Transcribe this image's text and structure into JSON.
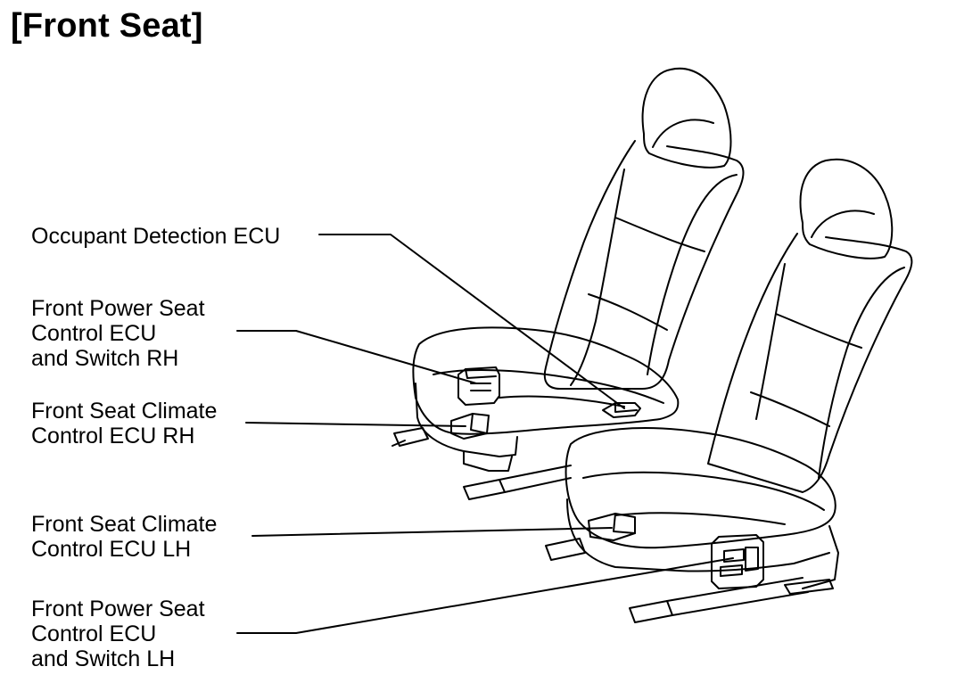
{
  "title": "[Front Seat]",
  "callouts": [
    {
      "id": "occupant-detection-ecu",
      "lines": [
        "Occupant Detection ECU"
      ]
    },
    {
      "id": "front-power-seat-control-ecu-rh",
      "lines": [
        "Front Power Seat",
        "Control ECU",
        "and Switch RH"
      ]
    },
    {
      "id": "front-seat-climate-control-ecu-rh",
      "lines": [
        "Front Seat Climate",
        "Control ECU RH"
      ]
    },
    {
      "id": "front-seat-climate-control-ecu-lh",
      "lines": [
        "Front Seat Climate",
        "Control ECU LH"
      ]
    },
    {
      "id": "front-power-seat-control-ecu-lh",
      "lines": [
        "Front Power Seat",
        "Control ECU",
        "and  Switch LH"
      ]
    }
  ]
}
